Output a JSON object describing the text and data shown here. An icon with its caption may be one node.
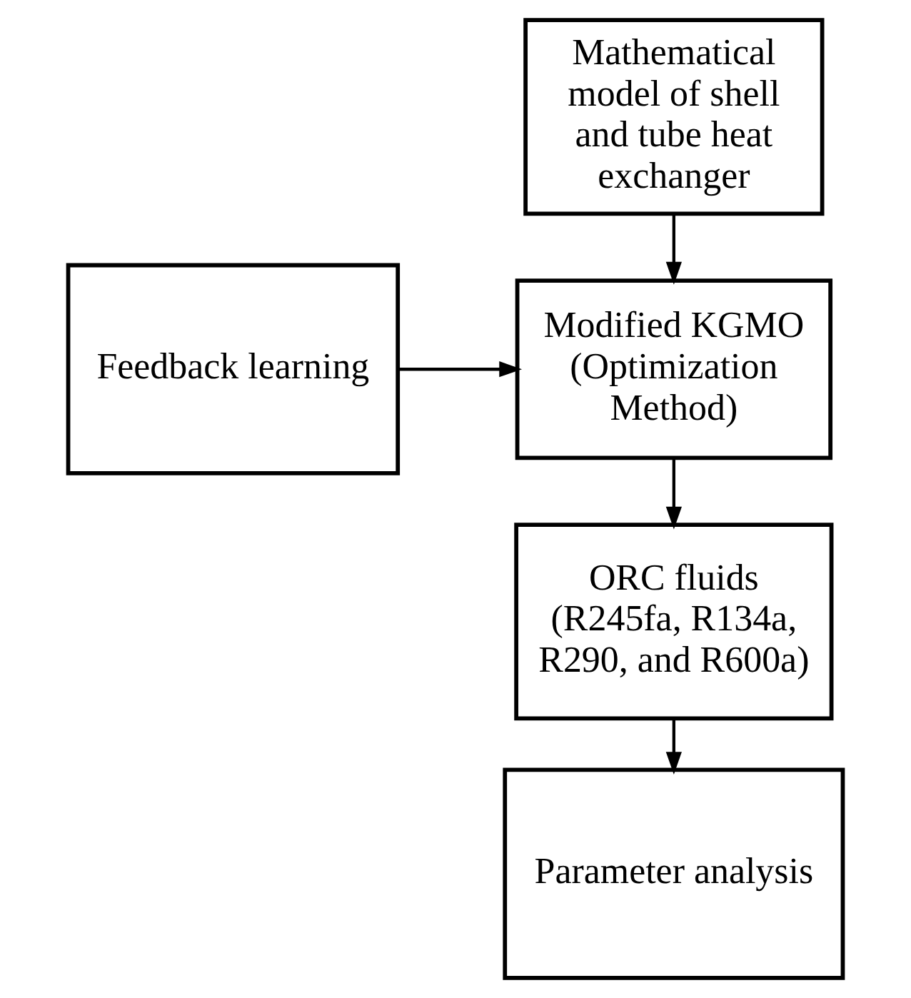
{
  "diagram": {
    "nodes": [
      {
        "text": [
          "Mathematical model of shell and tube heat exchanger"
        ]
      },
      {
        "text": [
          "Modified KGMO (Optimization Method)"
        ]
      },
      {
        "text": [
          "Feedback learning"
        ]
      },
      {
        "text": [
          "ORC fluids (R245fa, R134a, R290, and R600a)"
        ]
      },
      {
        "text": [
          "Parameter analysis"
        ]
      }
    ],
    "edges": [
      {
        "from": 0,
        "to": 1,
        "arrow": "to"
      },
      {
        "from": 2,
        "to": 1,
        "arrow": "to"
      },
      {
        "from": 1,
        "to": 3,
        "arrow": "to"
      },
      {
        "from": 3,
        "to": 4,
        "arrow": "to"
      }
    ]
  }
}
